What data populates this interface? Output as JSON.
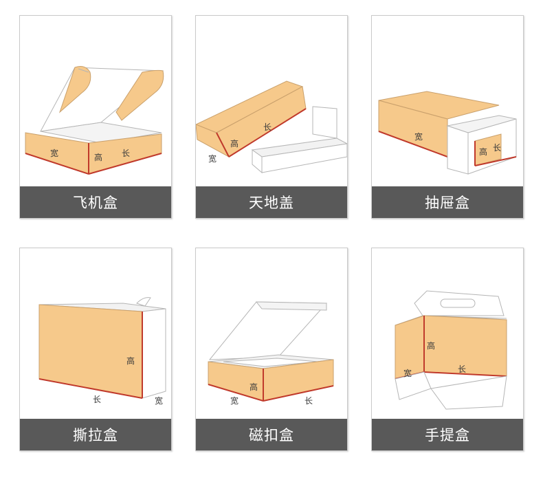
{
  "colors": {
    "caption_bg": "#595959",
    "kraft": "#f6c98b",
    "edge": "#c0392b"
  },
  "cards": [
    {
      "caption": "飞机盒",
      "labels": {
        "width": "宽",
        "height": "高",
        "length": "长"
      }
    },
    {
      "caption": "天地盖",
      "labels": {
        "width": "宽",
        "height": "高",
        "length": "长"
      }
    },
    {
      "caption": "抽屉盒",
      "labels": {
        "width": "宽",
        "height": "高",
        "length": "长"
      }
    },
    {
      "caption": "撕拉盒",
      "labels": {
        "width": "宽",
        "height": "高",
        "length": "长"
      }
    },
    {
      "caption": "磁扣盒",
      "labels": {
        "width": "宽",
        "height": "高",
        "length": "长"
      }
    },
    {
      "caption": "手提盒",
      "labels": {
        "width": "宽",
        "height": "高",
        "length": "长"
      }
    }
  ]
}
